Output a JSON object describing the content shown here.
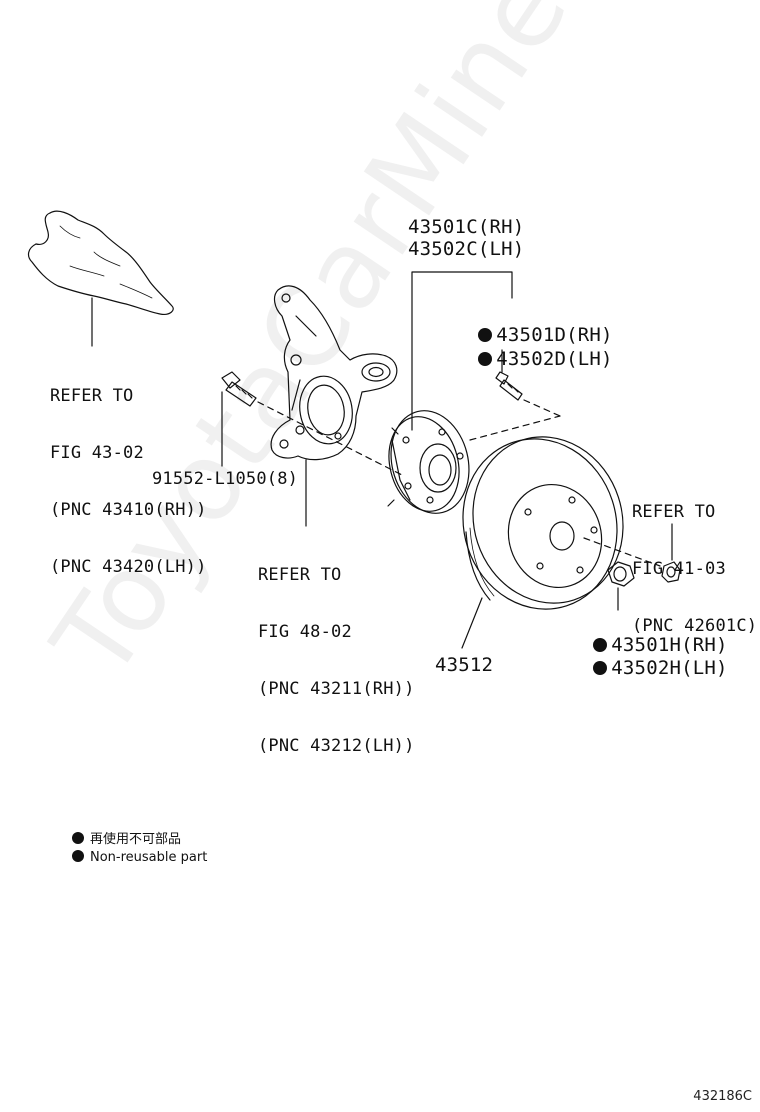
{
  "watermark": "ToyotaCarMine.ru",
  "figure_id": "432186C",
  "labels": {
    "hub_rh": "43501C(RH)",
    "hub_lh": "43502C(LH)",
    "bolt_rh": "43501D(RH)",
    "bolt_lh": "43502D(LH)",
    "refer_axle": [
      "REFER TO",
      "FIG 43-02",
      "(PNC 43410(RH))",
      "(PNC 43420(LH))"
    ],
    "bolt_part": "91552-L1050(8)",
    "refer_knuckle": [
      "REFER TO",
      "FIG 48-02",
      "(PNC 43211(RH))",
      "(PNC 43212(LH))"
    ],
    "refer_lugnut": [
      "REFER TO",
      "FIG 41-03",
      "(PNC 42601C)"
    ],
    "nut_rh": "43501H(RH)",
    "nut_lh": "43502H(LH)",
    "rotor": "43512"
  },
  "legend": {
    "jp": "再使用不可部品",
    "en": "Non-reusable part"
  },
  "colors": {
    "ink": "#111111",
    "watermark": "#efefef"
  }
}
